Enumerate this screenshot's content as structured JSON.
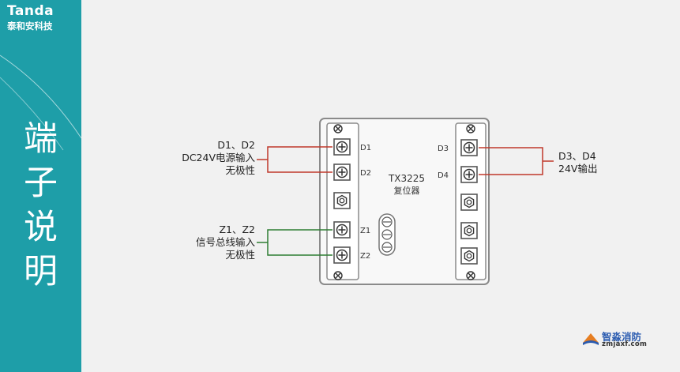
{
  "brand": {
    "name_en": "Tanda",
    "name_cn": "泰和安科技"
  },
  "section_title": [
    "端",
    "子",
    "说",
    "明"
  ],
  "device": {
    "model": "TX3225",
    "name": "复位器"
  },
  "left_terminals": [
    {
      "label": "D1",
      "type": "cross"
    },
    {
      "label": "D2",
      "type": "cross"
    },
    {
      "label": "",
      "type": "hex"
    },
    {
      "label": "Z1",
      "type": "cross"
    },
    {
      "label": "Z2",
      "type": "cross"
    }
  ],
  "right_terminals": [
    {
      "label": "D3",
      "type": "cross"
    },
    {
      "label": "D4",
      "type": "cross"
    },
    {
      "label": "",
      "type": "hex"
    },
    {
      "label": "",
      "type": "hex"
    },
    {
      "label": "",
      "type": "hex"
    }
  ],
  "callouts": {
    "power": [
      "D1、D2",
      "DC24V电源输入",
      "无极性"
    ],
    "bus": [
      "Z1、Z2",
      "信号总线输入",
      "无极性"
    ],
    "output": [
      "D3、D4",
      "24V输出"
    ]
  },
  "colors": {
    "sidebar": "#1e9ea8",
    "power_wire": "#c0392b",
    "bus_wire": "#2e7d32",
    "device_border": "#8a8a8a"
  },
  "watermark": {
    "text": "智淼消防",
    "url": "zmjaxf.com"
  }
}
